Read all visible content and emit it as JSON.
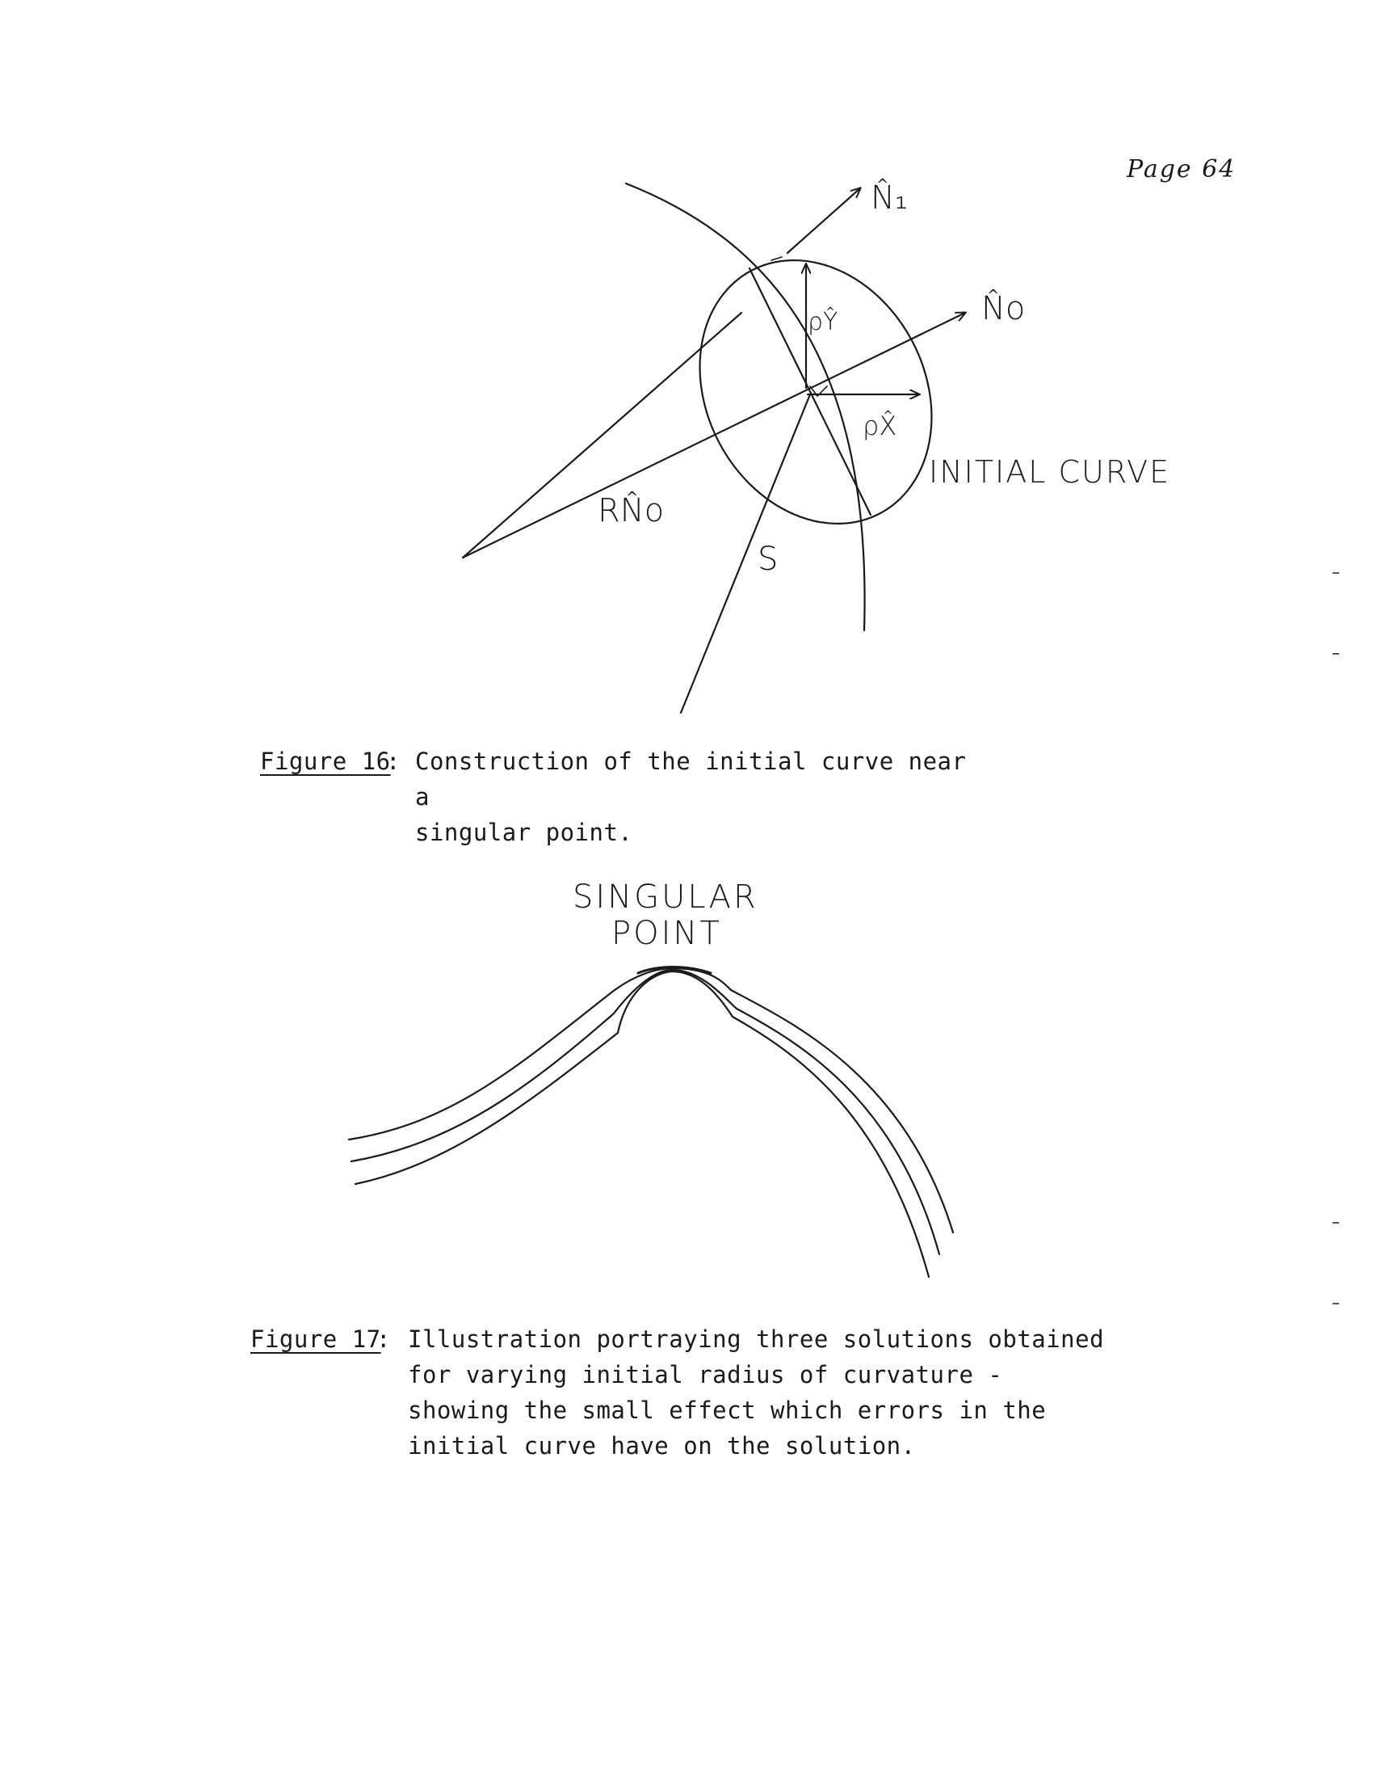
{
  "page": {
    "page_label": "Page 64"
  },
  "figure16": {
    "labels": {
      "n1": "N̂₁",
      "n0": "N̂o",
      "rho_y": "ρŶ",
      "rho_x": "ρX̂",
      "initial_curve": "INITIAL  CURVE",
      "r_n0": "RN̂o",
      "s": "S"
    },
    "caption": {
      "label": "Figure 16",
      "text": "Construction of the initial curve near a\nsingular point."
    }
  },
  "figure17": {
    "labels": {
      "singular": "SINGULAR",
      "point": "POINT"
    },
    "caption": {
      "label": "Figure 17",
      "text": "Illustration portraying three solutions obtained\nfor varying initial radius of curvature -\nshowing the small effect which errors in the\ninitial curve have on the solution."
    }
  }
}
